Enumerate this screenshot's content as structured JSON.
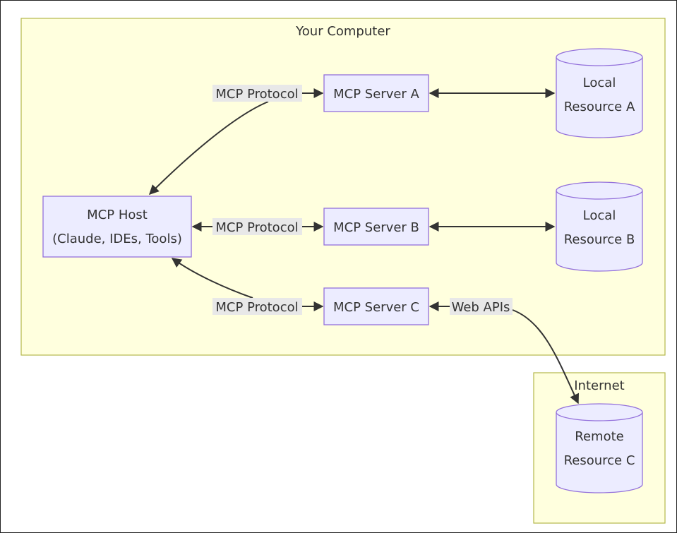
{
  "groups": {
    "computer": "Your Computer",
    "internet": "Internet"
  },
  "nodes": {
    "host": [
      "MCP Host",
      "(Claude, IDEs, Tools)"
    ],
    "server_a": "MCP Server A",
    "server_b": "MCP Server B",
    "server_c": "MCP Server C",
    "resource_a": [
      "Local",
      "Resource A"
    ],
    "resource_b": [
      "Local",
      "Resource B"
    ],
    "resource_c": [
      "Remote",
      "Resource C"
    ]
  },
  "edges": {
    "protocol_a": "MCP Protocol",
    "protocol_b": "MCP Protocol",
    "protocol_c": "MCP Protocol",
    "web_apis": "Web APIs"
  },
  "colors": {
    "group_fill": "#ffffde",
    "group_stroke": "#b5b84a",
    "node_fill": "#ececff",
    "node_stroke": "#9370db",
    "edge": "#333333",
    "edge_label_bg": "#e8e8e8"
  }
}
